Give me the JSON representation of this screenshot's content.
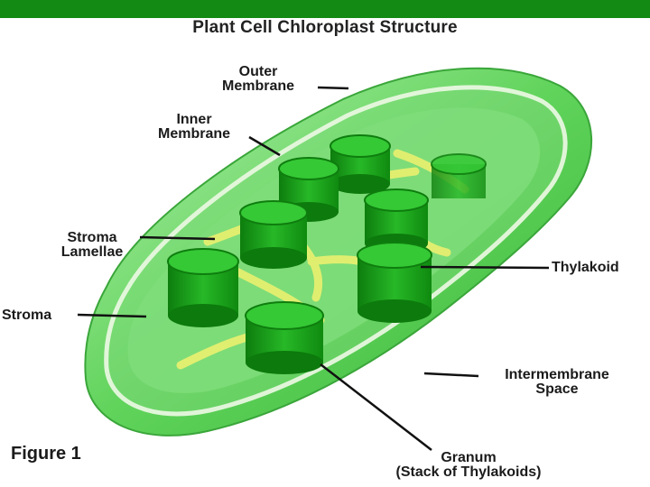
{
  "title": "Plant Cell Chloroplast Structure",
  "figure_label": "Figure 1",
  "colors": {
    "top_bar": "#138a13",
    "membrane_outer": "#6fd86a",
    "membrane_inner": "#3fbf3f",
    "stroma": "#7ee07a",
    "granum": "#1ca31c",
    "granum_top": "#2fc42f",
    "lamellae": "#e3ef6b",
    "leader_line": "#111111"
  },
  "labels": {
    "outer_membrane": [
      "Outer",
      "Membrane"
    ],
    "inner_membrane": [
      "Inner",
      "Membrane"
    ],
    "stroma_lamellae": [
      "Stroma",
      "Lamellae"
    ],
    "stroma": "Stroma",
    "thylakoid": "Thylakoid",
    "intermembrane_space": [
      "Intermembrane",
      "Space"
    ],
    "granum": [
      "Granum",
      "(Stack of Thylakoids)"
    ]
  }
}
